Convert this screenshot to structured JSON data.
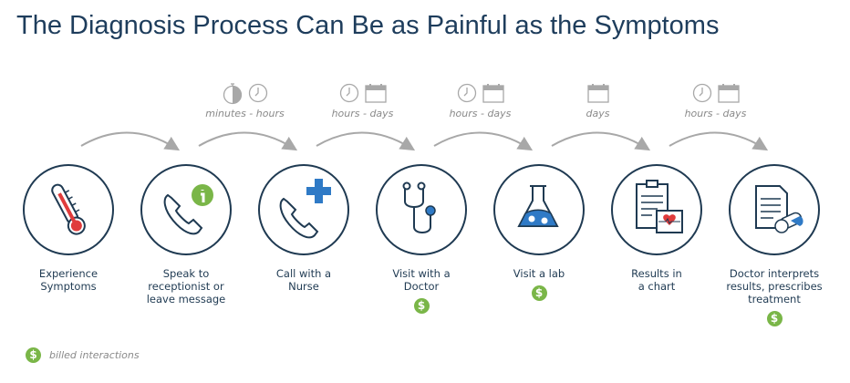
{
  "title": "The Diagnosis Process Can Be as Painful as the Symptoms",
  "steps": [
    {
      "lines": [
        "Experience",
        "Symptoms"
      ],
      "billed": false,
      "icon": "thermometer-icon"
    },
    {
      "lines": [
        "Speak to",
        "receptionist or",
        "leave message"
      ],
      "billed": false,
      "icon": "phone-info-icon"
    },
    {
      "lines": [
        "Call with a",
        "Nurse"
      ],
      "billed": false,
      "icon": "phone-medical-cross-icon"
    },
    {
      "lines": [
        "Visit with a",
        "Doctor"
      ],
      "billed": true,
      "icon": "stethoscope-icon"
    },
    {
      "lines": [
        "Visit a lab"
      ],
      "billed": true,
      "icon": "lab-flask-icon"
    },
    {
      "lines": [
        "Results in",
        "a chart"
      ],
      "billed": false,
      "icon": "medical-chart-icon"
    },
    {
      "lines": [
        "Doctor interprets",
        "results, prescribes",
        "treatment"
      ],
      "billed": true,
      "icon": "prescription-pill-icon"
    }
  ],
  "durations": [
    {
      "text": "minutes - hours",
      "icons": [
        "stopwatch-icon",
        "clock-icon"
      ]
    },
    {
      "text": "hours - days",
      "icons": [
        "clock-icon",
        "calendar-icon"
      ]
    },
    {
      "text": "hours - days",
      "icons": [
        "clock-icon",
        "calendar-icon"
      ]
    },
    {
      "text": "days",
      "icons": [
        "calendar-icon"
      ]
    },
    {
      "text": "hours - days",
      "icons": [
        "clock-icon",
        "calendar-icon"
      ]
    }
  ],
  "dollar_symbol": "$",
  "legend": {
    "text": "billed interactions"
  },
  "colors": {
    "navy": "#1f3a52",
    "blue": "#2f7ac6",
    "green": "#7ab648",
    "red": "#e03c3c",
    "gray": "#a8a8a8"
  }
}
